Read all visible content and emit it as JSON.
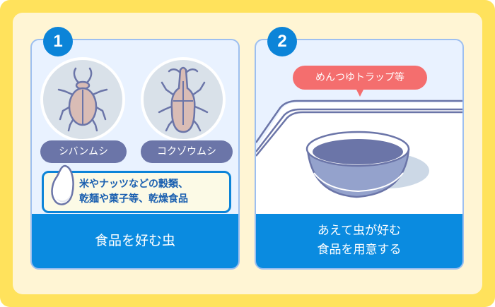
{
  "panels": [
    {
      "number": "1",
      "insects": [
        {
          "name": "シバンムシ",
          "icon": "cigarette-beetle-icon"
        },
        {
          "name": "コクゾウムシ",
          "icon": "rice-weevil-icon"
        }
      ],
      "food_note": {
        "icon": "rice-grain-icon",
        "lines": [
          "米やナッツなどの穀類、",
          "乾麺や菓子等、乾燥食品"
        ]
      },
      "footer": "食品を好む虫"
    },
    {
      "number": "2",
      "callout": "めんつゆトラップ等",
      "scene_icon": "bowl-trap-icon",
      "footer_lines": [
        "あえて虫が好む",
        "食品を用意する"
      ]
    }
  ],
  "colors": {
    "outer_frame": "#ffe25c",
    "inner_bg": "#fff5d4",
    "panel_bg": "#e9f2ff",
    "accent_blue": "#0a8be0",
    "label_purple": "#6b75a8",
    "callout_red": "#f46e6e"
  }
}
